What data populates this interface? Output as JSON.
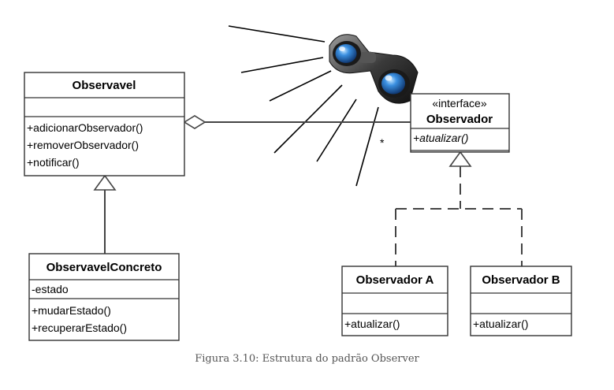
{
  "classes": {
    "observavel": {
      "name": "Observavel",
      "methods": [
        "+adicionarObservador()",
        "+removerObservador()",
        "+notificar()"
      ]
    },
    "observador": {
      "stereotype": "«interface»",
      "name": "Observador",
      "method": "+atualizar()"
    },
    "observavel_concreto": {
      "name": "ObservavelConcreto",
      "attribute": "-estado",
      "methods": [
        "+mudarEstado()",
        "+recuperarEstado()"
      ]
    },
    "observador_a": {
      "name": "Observador A",
      "method": "+atualizar()"
    },
    "observador_b": {
      "name": "Observador B",
      "method": "+atualizar()"
    }
  },
  "multiplicity": "*",
  "decoration": "binoculars-icon",
  "caption": "Figura 3.10: Estrutura do padrão Observer"
}
